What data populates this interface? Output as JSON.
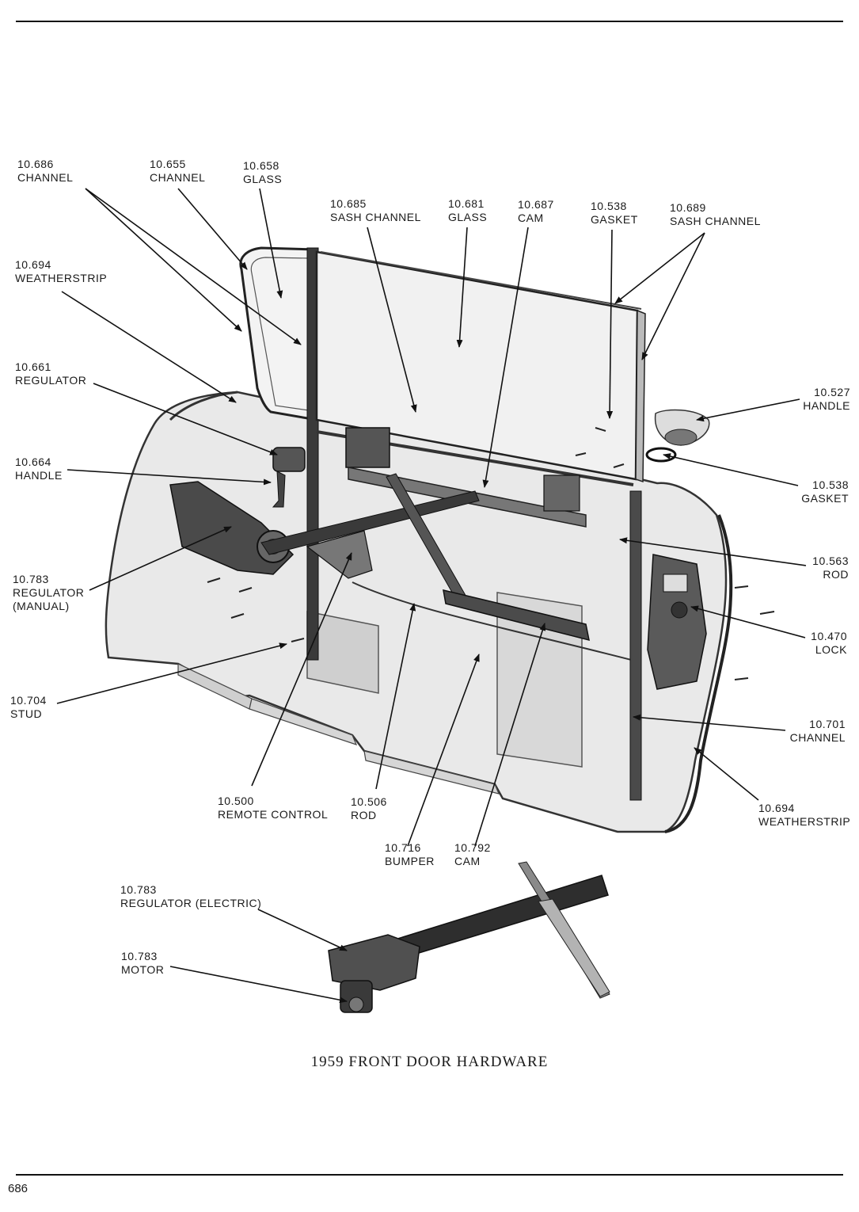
{
  "caption": "1959 FRONT DOOR HARDWARE",
  "page_number": "686",
  "callouts": [
    {
      "id": "channel-686",
      "number": "10.686",
      "name": "CHANNEL"
    },
    {
      "id": "channel-655",
      "number": "10.655",
      "name": "CHANNEL"
    },
    {
      "id": "glass-658",
      "number": "10.658",
      "name": "GLASS"
    },
    {
      "id": "sash-channel-685",
      "number": "10.685",
      "name": "SASH CHANNEL"
    },
    {
      "id": "glass-681",
      "number": "10.681",
      "name": "GLASS"
    },
    {
      "id": "cam-687",
      "number": "10.687",
      "name": "CAM"
    },
    {
      "id": "gasket-538-top",
      "number": "10.538",
      "name": "GASKET"
    },
    {
      "id": "sash-channel-689",
      "number": "10.689",
      "name": "SASH CHANNEL"
    },
    {
      "id": "weatherstrip-694-top",
      "number": "10.694",
      "name": "WEATHERSTRIP"
    },
    {
      "id": "regulator-661",
      "number": "10.661",
      "name": "REGULATOR"
    },
    {
      "id": "handle-527",
      "number": "10.527",
      "name": "HANDLE"
    },
    {
      "id": "handle-664",
      "number": "10.664",
      "name": "HANDLE"
    },
    {
      "id": "gasket-538-right",
      "number": "10.538",
      "name": "GASKET"
    },
    {
      "id": "rod-563",
      "number": "10.563",
      "name": "ROD"
    },
    {
      "id": "regulator-783-manual",
      "number": "10.783",
      "name": "REGULATOR",
      "extra": "(MANUAL)"
    },
    {
      "id": "lock-470",
      "number": "10.470",
      "name": "LOCK"
    },
    {
      "id": "stud-704",
      "number": "10.704",
      "name": "STUD"
    },
    {
      "id": "channel-701",
      "number": "10.701",
      "name": "CHANNEL"
    },
    {
      "id": "remote-control-500",
      "number": "10.500",
      "name": "REMOTE CONTROL"
    },
    {
      "id": "rod-506",
      "number": "10.506",
      "name": "ROD"
    },
    {
      "id": "weatherstrip-694-bottom",
      "number": "10.694",
      "name": "WEATHERSTRIP"
    },
    {
      "id": "bumper-716",
      "number": "10.716",
      "name": "BUMPER"
    },
    {
      "id": "cam-792",
      "number": "10.792",
      "name": "CAM"
    },
    {
      "id": "regulator-783-electric",
      "number": "10.783",
      "name": "REGULATOR (ELECTRIC)"
    },
    {
      "id": "motor-783",
      "number": "10.783",
      "name": "MOTOR"
    }
  ]
}
